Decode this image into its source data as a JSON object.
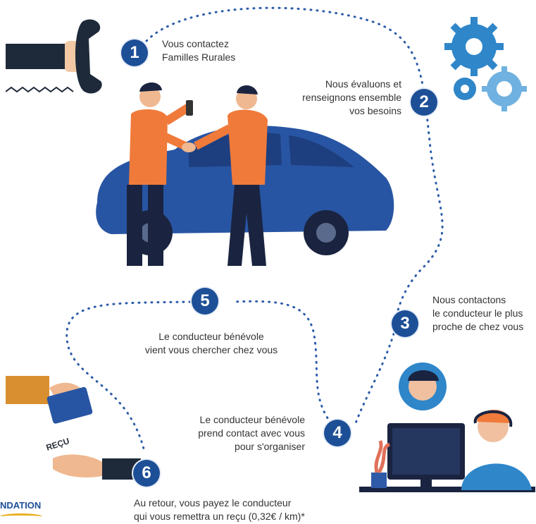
{
  "steps": [
    {
      "number": "1",
      "lines": [
        "Vous contactez",
        "Familles Rurales"
      ]
    },
    {
      "number": "2",
      "lines": [
        "Nous évaluons et",
        "renseignons ensemble",
        "vos besoins"
      ]
    },
    {
      "number": "3",
      "lines": [
        "Nous contactons",
        "le conducteur le plus",
        "proche de chez vous"
      ]
    },
    {
      "number": "4",
      "lines": [
        "Le conducteur bénévole",
        "prend contact avec vous",
        "pour s'organiser"
      ]
    },
    {
      "number": "5",
      "lines": [
        "Le conducteur bénévole",
        "vient vous chercher chez vous"
      ]
    },
    {
      "number": "6",
      "lines": [
        "Au retour, vous payez le conducteur",
        "qui vous remettra un reçu (0,32€ / km)*"
      ]
    }
  ],
  "receipt_label": "REÇU",
  "logo_text": "NDATION",
  "colors": {
    "accent": "#1d4f97",
    "orange": "#f07a3a",
    "car_blue": "#2855a3",
    "gear_blue": "#2f86c9"
  }
}
